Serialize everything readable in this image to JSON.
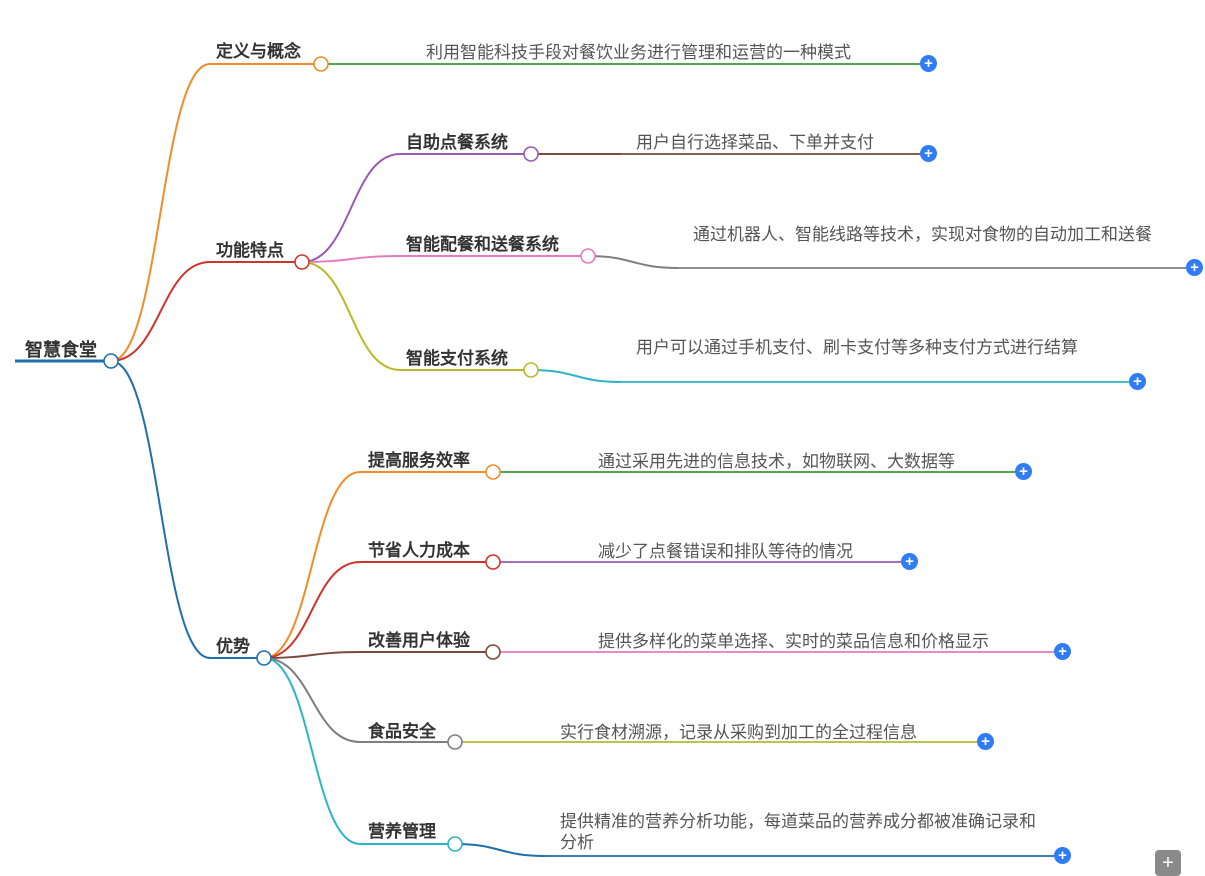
{
  "root": {
    "label": "智慧食堂",
    "color": "#1f6fae"
  },
  "branches": [
    {
      "id": "def",
      "label": "定义与概念",
      "color": "#f28c28",
      "leaf": {
        "text": "利用智能科技手段对餐饮业务进行管理和运营的一种模式",
        "color": "#3a9a3a"
      },
      "children": []
    },
    {
      "id": "feat",
      "label": "功能特点",
      "color": "#d0342c",
      "children": [
        {
          "label": "自助点餐系统",
          "color": "#9b59b6",
          "leaf": {
            "text": "用户自行选择菜品、下单并支付",
            "color": "#7a4a3a"
          }
        },
        {
          "label": "智能配餐和送餐系统",
          "color": "#e57ac0",
          "leaf": {
            "text": "通过机器人、智能线路等技术，实现对食物的自动加工和送餐",
            "color": "#7f7f7f"
          }
        },
        {
          "label": "智能支付系统",
          "color": "#b8b82a",
          "leaf": {
            "text": "用户可以通过手机支付、刷卡支付等多种支付方式进行结算",
            "color": "#2bb5c8"
          }
        }
      ]
    },
    {
      "id": "adv",
      "label": "优势",
      "color": "#1f6fae",
      "children": [
        {
          "label": "提高服务效率",
          "color": "#f28c28",
          "leaf": {
            "text": "通过采用先进的信息技术，如物联网、大数据等",
            "color": "#3a9a3a"
          }
        },
        {
          "label": "节省人力成本",
          "color": "#d0342c",
          "leaf": {
            "text": "减少了点餐错误和排队等待的情况",
            "color": "#9b59b6"
          }
        },
        {
          "label": "改善用户体验",
          "color": "#7a4a3a",
          "leaf": {
            "text": "提供多样化的菜单选择、实时的菜品信息和价格显示",
            "color": "#e57ac0"
          }
        },
        {
          "label": "食品安全",
          "color": "#7f7f7f",
          "leaf": {
            "text": "实行食材溯源，记录从采购到加工的全过程信息",
            "color": "#b8b82a"
          }
        },
        {
          "label": "营养管理",
          "color": "#2bb5c8",
          "leaf": {
            "text": "提供精准的营养分析功能，每道菜品的营养成分都被准确记录和分析",
            "color": "#1f6fae"
          }
        }
      ]
    }
  ],
  "expand_icon": "plus-circle-icon",
  "zoom_controls": {
    "zoom_in": "+",
    "icon": "zoom-in-icon"
  }
}
